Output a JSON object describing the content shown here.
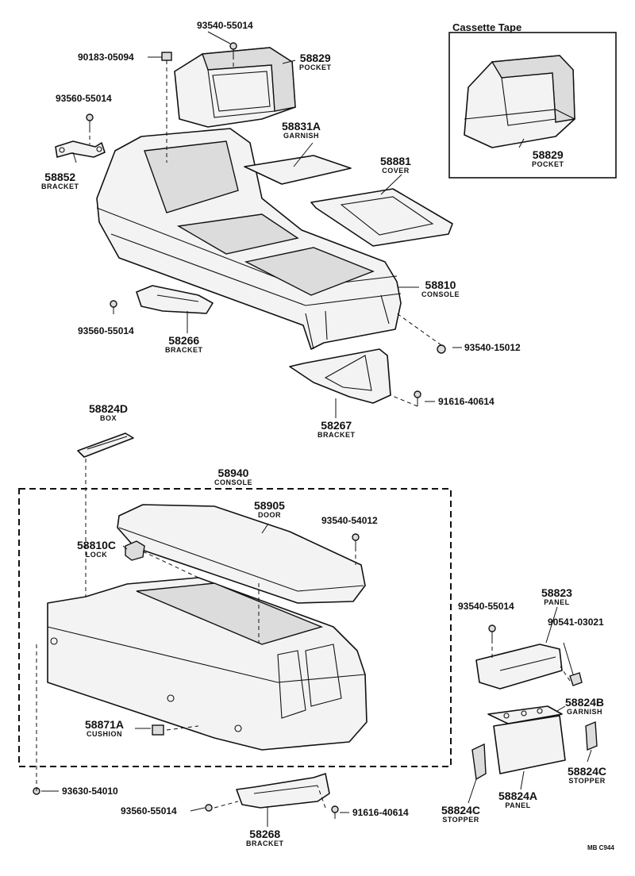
{
  "inset_title": "Cassette Tape",
  "page_mark": "MB  C944",
  "callouts": [
    {
      "id": "58829_top",
      "number": "58829",
      "name": "POCKET"
    },
    {
      "id": "58831A",
      "number": "58831A",
      "name": "GARNISH"
    },
    {
      "id": "58852",
      "number": "58852",
      "name": "BRACKET"
    },
    {
      "id": "58881",
      "number": "58881",
      "name": "COVER"
    },
    {
      "id": "58829_inset",
      "number": "58829",
      "name": "POCKET"
    },
    {
      "id": "58810",
      "number": "58810",
      "name": "CONSOLE"
    },
    {
      "id": "58266",
      "number": "58266",
      "name": "BRACKET"
    },
    {
      "id": "58267",
      "number": "58267",
      "name": "BRACKET"
    },
    {
      "id": "58824D",
      "number": "58824D",
      "name": "BOX"
    },
    {
      "id": "58940",
      "number": "58940",
      "name": "CONSOLE"
    },
    {
      "id": "58905",
      "number": "58905",
      "name": "DOOR"
    },
    {
      "id": "58810C",
      "number": "58810C",
      "name": "LOCK"
    },
    {
      "id": "58823",
      "number": "58823",
      "name": "PANEL"
    },
    {
      "id": "58824B",
      "number": "58824B",
      "name": "GARNISH"
    },
    {
      "id": "58871A",
      "number": "58871A",
      "name": "CUSHION"
    },
    {
      "id": "58824C_right",
      "number": "58824C",
      "name": "STOPPER"
    },
    {
      "id": "58824C_left",
      "number": "58824C",
      "name": "STOPPER"
    },
    {
      "id": "58824A",
      "number": "58824A",
      "name": "PANEL"
    },
    {
      "id": "58268",
      "number": "58268",
      "name": "BRACKET"
    }
  ],
  "fasteners": [
    {
      "id": "f1",
      "code": "93540-55014"
    },
    {
      "id": "f2",
      "code": "90183-05094"
    },
    {
      "id": "f3",
      "code": "93560-55014"
    },
    {
      "id": "f4",
      "code": "93560-55014"
    },
    {
      "id": "f5",
      "code": "93540-15012"
    },
    {
      "id": "f6",
      "code": "91616-40614"
    },
    {
      "id": "f7",
      "code": "93540-54012"
    },
    {
      "id": "f8",
      "code": "93540-55014"
    },
    {
      "id": "f9",
      "code": "90541-03021"
    },
    {
      "id": "f10",
      "code": "93630-54010"
    },
    {
      "id": "f11",
      "code": "93560-55014"
    },
    {
      "id": "f12",
      "code": "91616-40614"
    }
  ]
}
